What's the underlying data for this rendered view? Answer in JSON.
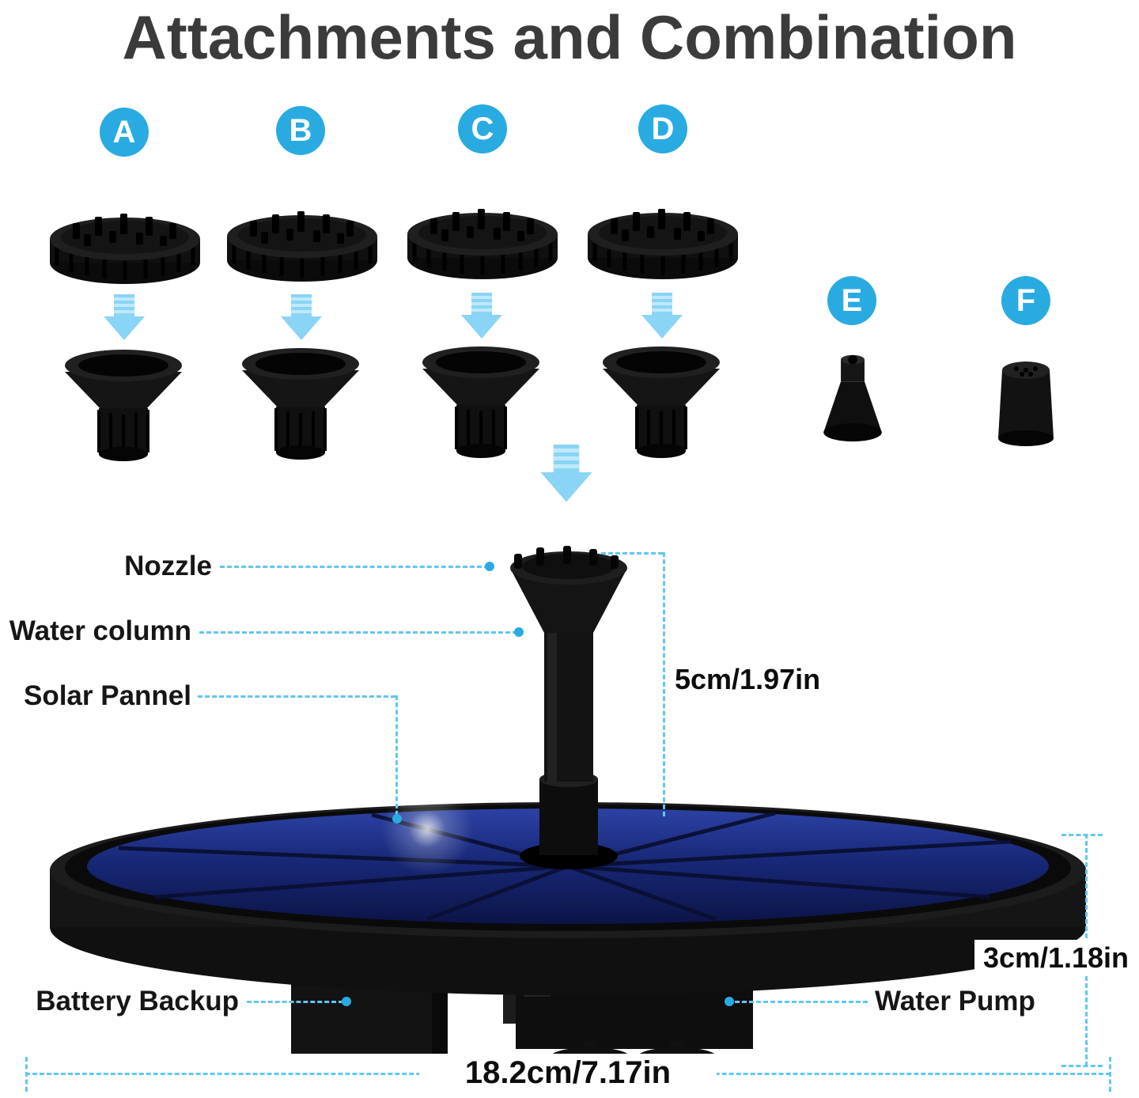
{
  "page": {
    "title": "Attachments and Combination",
    "accent_blue": "#29ABE2",
    "dashed_line_blue": "#63c6f0",
    "title_color": "#3b3b3b"
  },
  "attachments": {
    "badges": [
      "A",
      "B",
      "C",
      "D",
      "E",
      "F"
    ]
  },
  "part_labels": {
    "nozzle": "Nozzle",
    "water_column": "Water column",
    "solar_panel": "Solar Pannel",
    "battery_backup": "Battery Backup",
    "water_pump": "Water Pump"
  },
  "dimensions": {
    "column_height": "5cm/1.97in",
    "panel_thickness": "3cm/1.18in",
    "panel_diameter": "18.2cm/7.17in"
  }
}
